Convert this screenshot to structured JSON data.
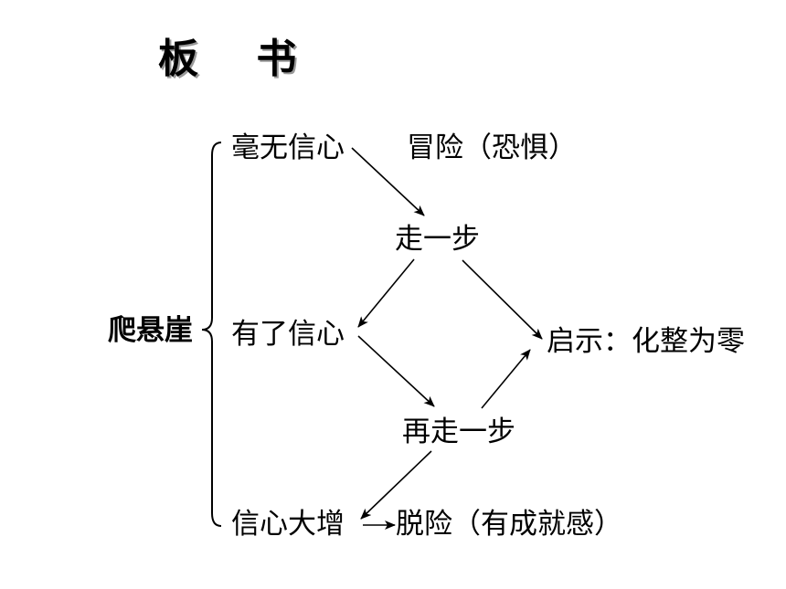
{
  "title": "板 书",
  "root": "爬悬崖",
  "nodes": {
    "no_confidence": "毫无信心",
    "adventure": "冒险（恐惧）",
    "step_one": "走一步",
    "have_confidence": "有了信心",
    "insight": "启示：化整为零",
    "step_again": "再走一步",
    "confidence_grows": "信心大增",
    "escape": "脱险（有成就感）"
  }
}
